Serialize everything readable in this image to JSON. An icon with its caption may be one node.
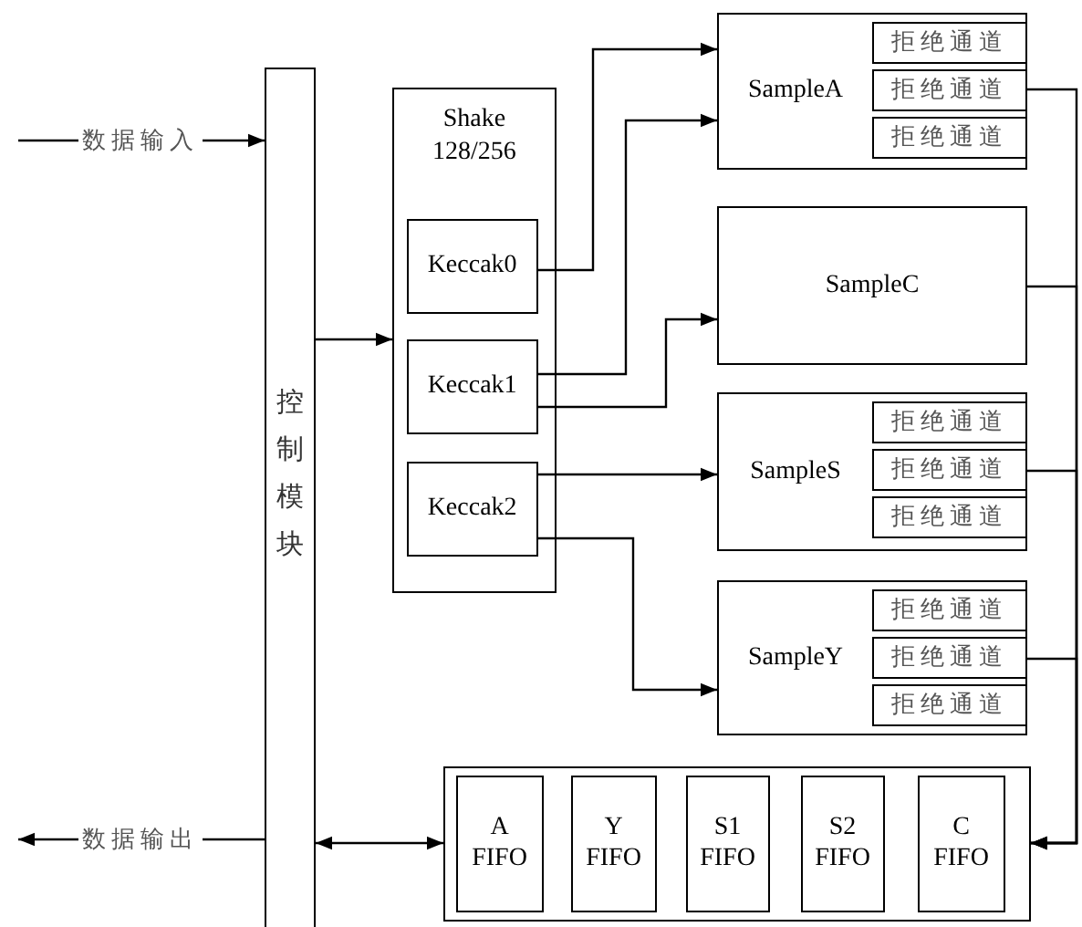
{
  "diagram": {
    "nodes": [
      {
        "text": [
          "控制模块"
        ]
      },
      {
        "text": [
          "Shake 128/256"
        ]
      },
      {
        "text": [
          "Keccak0"
        ],
        "in": 1
      },
      {
        "text": [
          "Keccak1"
        ],
        "in": 1
      },
      {
        "text": [
          "Keccak2"
        ],
        "in": 1
      },
      {
        "text": [
          "SampleA"
        ]
      },
      {
        "text": [
          "拒绝通道"
        ],
        "in": 5
      },
      {
        "text": [
          "拒绝通道"
        ],
        "in": 5
      },
      {
        "text": [
          "拒绝通道"
        ],
        "in": 5
      },
      {
        "text": [
          "SampleC"
        ]
      },
      {
        "text": [
          "SampleS"
        ]
      },
      {
        "text": [
          "拒绝通道"
        ],
        "in": 10
      },
      {
        "text": [
          "拒绝通道"
        ],
        "in": 10
      },
      {
        "text": [
          "拒绝通道"
        ],
        "in": 10
      },
      {
        "text": [
          "SampleY"
        ]
      },
      {
        "text": [
          "拒绝通道"
        ],
        "in": 14
      },
      {
        "text": [
          "拒绝通道"
        ],
        "in": 14
      },
      {
        "text": [
          "拒绝通道"
        ],
        "in": 14
      },
      {
        "text": [],
        "shape": "box"
      },
      {
        "text": [
          "A FIFO"
        ],
        "in": 18
      },
      {
        "text": [
          "Y FIFO"
        ],
        "in": 18
      },
      {
        "text": [
          "S1 FIFO"
        ],
        "in": 18
      },
      {
        "text": [
          "S2 FIFO"
        ],
        "in": 18
      },
      {
        "text": [
          "C FIFO"
        ],
        "in": 18
      }
    ],
    "edges": [
      {
        "from": null,
        "to": 0,
        "arrow": "to",
        "label": "数据输入"
      },
      {
        "from": 0,
        "to": null,
        "arrow": "to",
        "label": "数据输出"
      },
      {
        "from": 0,
        "to": 1,
        "arrow": "to"
      },
      {
        "from": 0,
        "to": 18,
        "arrow": "both"
      },
      {
        "from": 2,
        "to": 5,
        "arrow": "to"
      },
      {
        "from": 3,
        "to": 5,
        "arrow": "to"
      },
      {
        "from": 3,
        "to": 9,
        "arrow": "to"
      },
      {
        "from": 4,
        "to": 10,
        "arrow": "to"
      },
      {
        "from": 4,
        "to": 14,
        "arrow": "to"
      },
      {
        "from": 7,
        "to": 18,
        "arrow": "to"
      },
      {
        "from": 9,
        "to": 18,
        "arrow": "to"
      },
      {
        "from": 12,
        "to": 18,
        "arrow": "to"
      },
      {
        "from": 16,
        "to": 18,
        "arrow": "to"
      }
    ]
  }
}
